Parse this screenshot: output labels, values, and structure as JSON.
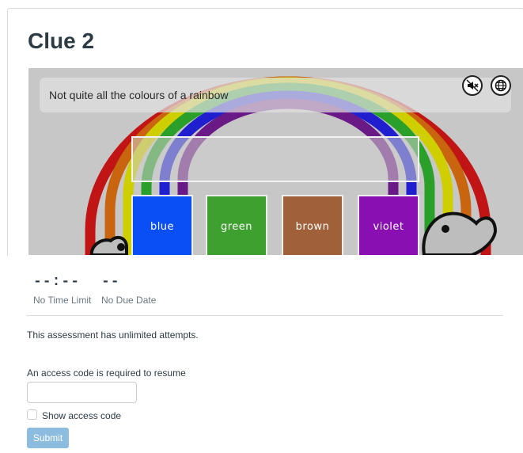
{
  "page": {
    "title": "Clue 2"
  },
  "game": {
    "hint": "Not quite all the colours of a rainbow",
    "mute_icon": "speaker-muted-icon",
    "language_icon": "globe-icon",
    "tiles": [
      {
        "label": "blue",
        "color": "#0a4ff5"
      },
      {
        "label": "green",
        "color": "#3ea02e"
      },
      {
        "label": "brown",
        "color": "#a0613a"
      },
      {
        "label": "violet",
        "color": "#8a0fb3"
      }
    ],
    "rainbow_colors": [
      "#c11414",
      "#c8650e",
      "#cfcf00",
      "#2aa02a",
      "#1f1fd0",
      "#6a1a86"
    ]
  },
  "assessment": {
    "time_value": "--:--",
    "time_label": "No Time Limit",
    "due_value": "--",
    "due_label": "No Due Date",
    "attempts_text": "This assessment has unlimited attempts.",
    "access_code_label": "An access code is required to resume",
    "access_code_value": "",
    "show_code_label": "Show access code",
    "submit_label": "Submit"
  }
}
